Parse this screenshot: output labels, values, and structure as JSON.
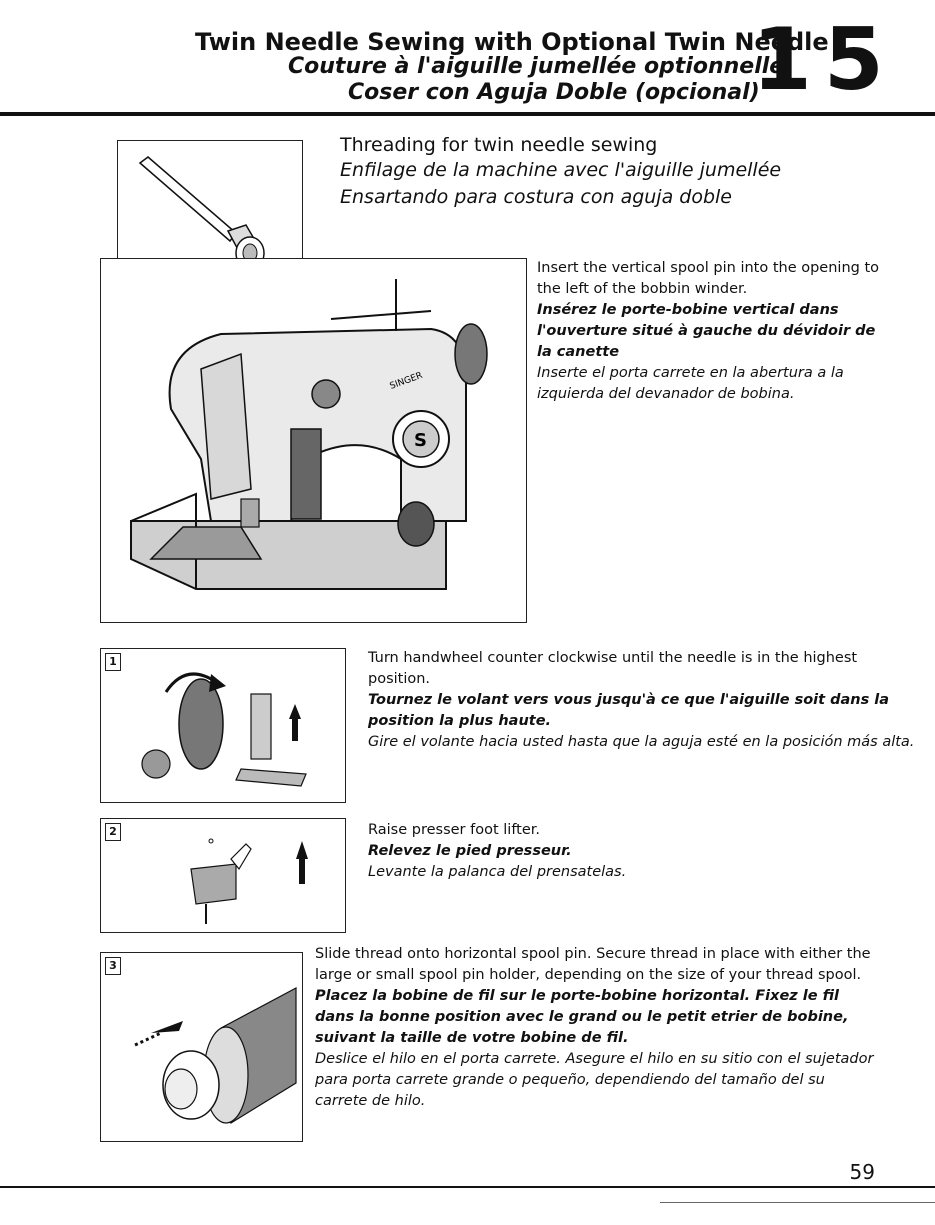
{
  "header": {
    "title_en": "Twin Needle Sewing with Optional Twin Needle",
    "title_fr": "Couture à l'aiguille jumellée optionnelle",
    "title_es": "Coser con Aguja Doble (opcional)",
    "chapter": "15"
  },
  "subtitle": {
    "en": "Threading for twin needle sewing",
    "fr": "Enfilage de la machine avec l'aiguille jumellée",
    "es": "Ensartando para costura con aguja doble"
  },
  "intro": {
    "en": "Insert the vertical spool pin into the opening to the left of the bobbin winder.",
    "fr": "Insérez le porte-bobine vertical dans l'ouverture situé à gauche du dévidoir de la canette",
    "es": "Inserte el porta carrete en la abertura a la izquierda del devanador de bobina."
  },
  "brand": "SINGER",
  "steps": [
    {
      "number": "1",
      "en": "Turn handwheel counter clockwise until the needle is in the highest position.",
      "fr": "Tournez le volant vers vous jusqu'à ce que l'aiguille soit dans la position la plus haute.",
      "es": "Gire el volante hacia usted hasta que la aguja esté en la posición más alta."
    },
    {
      "number": "2",
      "en": "Raise presser foot lifter.",
      "fr": "Relevez le pied presseur.",
      "es": "Levante la palanca del prensatelas."
    },
    {
      "number": "3",
      "en": "Slide thread onto horizontal spool pin. Secure thread in place with either the large or small spool pin holder, depending on the size of your thread spool.",
      "fr": "Placez la bobine de fil sur le porte-bobine horizontal. Fixez le fil dans la bonne position avec le grand ou le petit etrier de bobine, suivant la taille de votre bobine de fil.",
      "es": "Deslice el hilo en el porta carrete. Asegure el hilo en su sitio con el sujetador para porta carrete grande o pequeño, dependiendo del tamaño del su carrete de hilo."
    }
  ],
  "page_number": "59"
}
